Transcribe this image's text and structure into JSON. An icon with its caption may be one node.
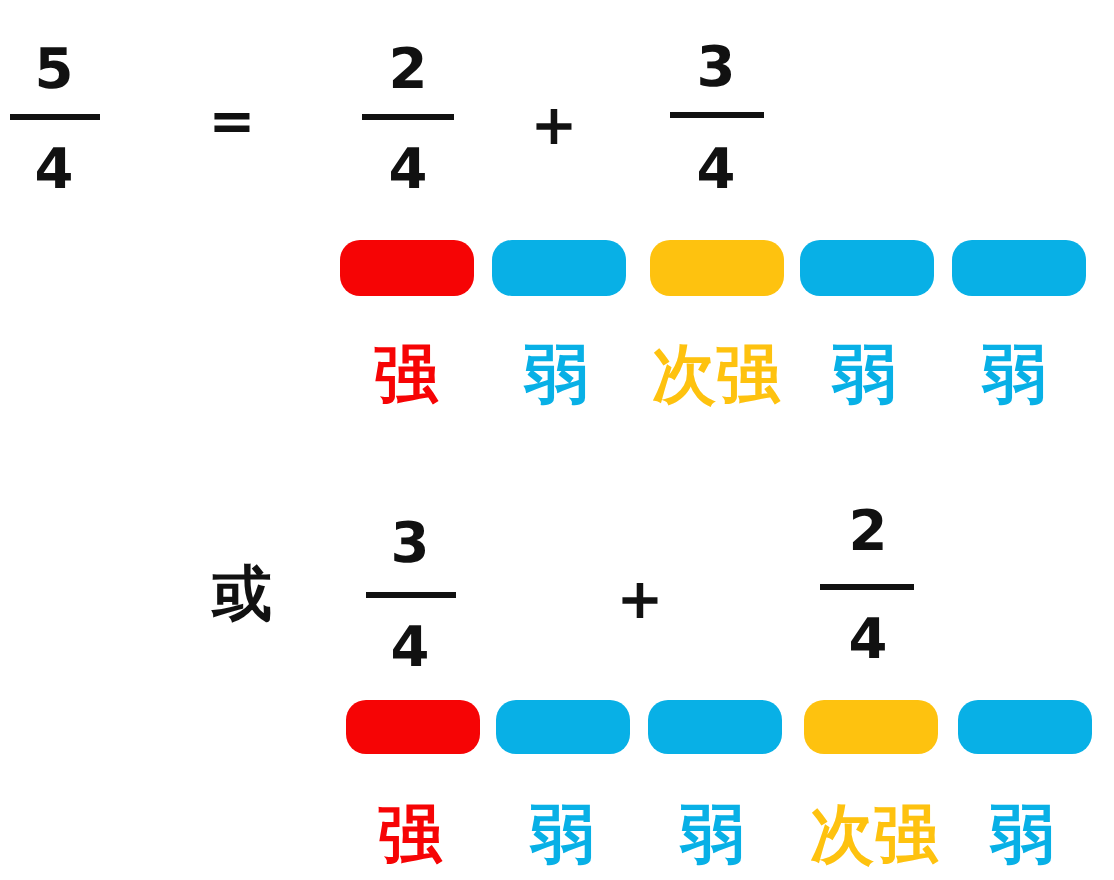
{
  "diagram": {
    "nodes": [
      {
        "text": [],
        "shape": "bar",
        "beside": [
          "强"
        ]
      },
      {
        "text": [],
        "shape": "bar",
        "beside": [
          "弱"
        ]
      },
      {
        "text": [],
        "shape": "bar",
        "beside": [
          "次强"
        ]
      },
      {
        "text": [],
        "shape": "bar",
        "beside": [
          "弱"
        ]
      },
      {
        "text": [],
        "shape": "bar",
        "beside": [
          "弱"
        ]
      },
      {
        "text": [],
        "shape": "bar",
        "beside": [
          "强"
        ]
      },
      {
        "text": [],
        "shape": "bar",
        "beside": [
          "弱"
        ]
      },
      {
        "text": [],
        "shape": "bar",
        "beside": [
          "弱"
        ]
      },
      {
        "text": [],
        "shape": "bar",
        "beside": [
          "次强"
        ]
      },
      {
        "text": [],
        "shape": "bar",
        "beside": [
          "弱"
        ]
      }
    ],
    "labels": [
      "5",
      "4",
      "=",
      "2",
      "4",
      "+",
      "3",
      "4",
      "或",
      "3",
      "4",
      "+",
      "2",
      "4"
    ]
  }
}
